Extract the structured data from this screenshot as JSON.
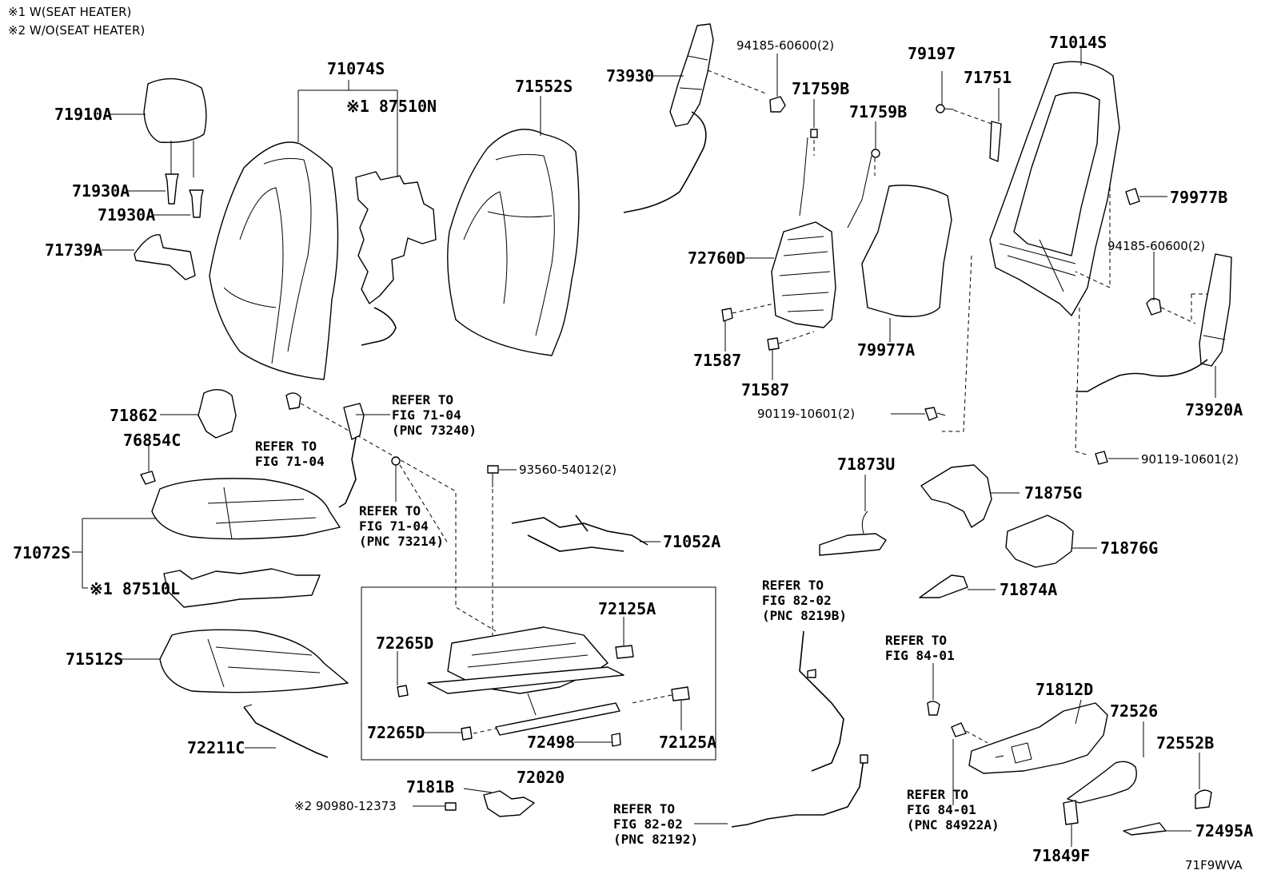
{
  "notes": [
    "※1 W(SEAT HEATER)",
    "※2 W/O(SEAT HEATER)"
  ],
  "diagram_code": "71F9WVA",
  "parts": {
    "headrest": "71910A",
    "headrest_support_1": "71930A",
    "headrest_support_2": "71930A",
    "lever_71739a": "71739A",
    "seatback_cover_assy": "71074S",
    "seatback_heater": "※1 87510N",
    "seatback_cover": "71552S",
    "side_airbag_73930": "73930",
    "nut_94185_top": "94185-60600(2)",
    "clip_71759b_1": "71759B",
    "clip_71759b_2": "71759B",
    "pad_72760d": "72760D",
    "clip_71587_1": "71587",
    "clip_71587_2": "71587",
    "pad_79977a": "79977A",
    "screw_79197": "79197",
    "cover_71751": "71751",
    "frame_71014s": "71014S",
    "pad_79977b": "79977B",
    "nut_94185_right": "94185-60600(2)",
    "side_airbag_73920a": "73920A",
    "bolt_90119_left": "90119-10601(2)",
    "bolt_90119_right": "90119-10601(2)",
    "cover_71862": "71862",
    "clip_76854c": "76854C",
    "cushion_cover_assy": "71072S",
    "cushion_heater": "※1 87510L",
    "cushion_cover": "71512S",
    "wire_72211c": "72211C",
    "bolt_93560": "93560-54012(2)",
    "harness_71052a": "71052A",
    "adjuster_72020": "72020",
    "cover_72125a_top": "72125A",
    "cover_72125a_bottom": "72125A",
    "cover_72265d_top": "72265D",
    "cover_72265d_bottom": "72265D",
    "stopper_72498": "72498",
    "cover_7181b": "7181B",
    "plug_90980": "※2 90980-12373",
    "cover_71873u": "71873U",
    "cover_71875g": "71875G",
    "cover_71876g": "71876G",
    "cover_71874a": "71874A",
    "shield_71812d": "71812D",
    "knob_72526": "72526",
    "cap_72552b": "72552B",
    "cover_72495a": "72495A",
    "cover_71849f": "71849F"
  },
  "references": {
    "belt_top": [
      "REFER TO",
      "FIG 71-04",
      "(PNC 73240)"
    ],
    "belt_left": [
      "REFER TO",
      "FIG 71-04"
    ],
    "belt_buckle": [
      "REFER TO",
      "FIG 71-04",
      "(PNC 73214)"
    ],
    "harness_top": [
      "REFER TO",
      "FIG 82-02",
      "(PNC 8219B)"
    ],
    "harness_bottom": [
      "REFER TO",
      "FIG 82-02",
      "(PNC 82192)"
    ],
    "switch_top": [
      "REFER TO",
      "FIG 84-01"
    ],
    "switch_bottom": [
      "REFER TO",
      "FIG 84-01",
      "(PNC 84922A)"
    ]
  }
}
